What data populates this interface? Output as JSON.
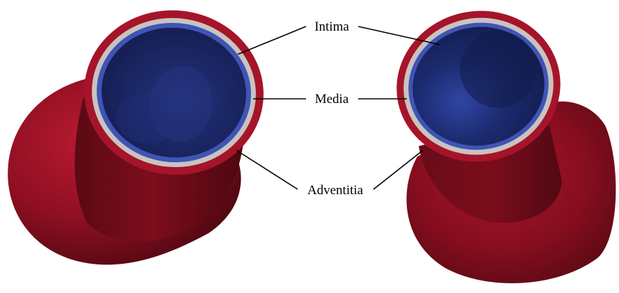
{
  "labels": {
    "intima": "Intima",
    "media": "Media",
    "adventitia": "Adventitia"
  },
  "colors": {
    "adventitia": "#a6142a",
    "adventitia_shadow": "#5c0912",
    "media": "#c9c3c0",
    "intima": "#3f54b5",
    "lumen": "#16215a",
    "leader_line": "#000000",
    "text": "#000000"
  }
}
